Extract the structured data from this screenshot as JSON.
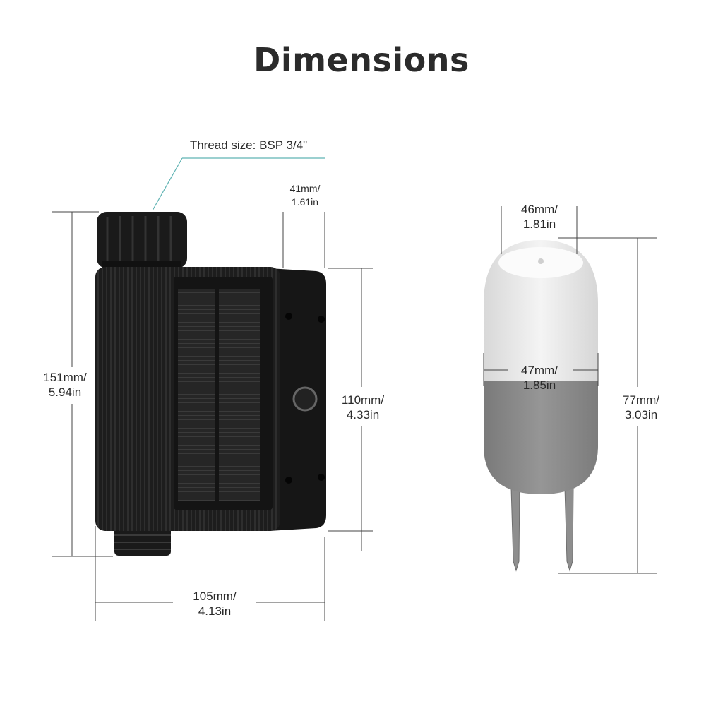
{
  "title": "Dimensions",
  "thread_label": "Thread size: BSP 3/4\"",
  "valve": {
    "height": {
      "line1": "151mm/",
      "line2": "5.94in"
    },
    "width": {
      "line1": "105mm/",
      "line2": "4.13in"
    },
    "depth": {
      "line1": "41mm/",
      "line2": "1.61in"
    },
    "body_height": {
      "line1": "110mm/",
      "line2": "4.33in"
    }
  },
  "sensor": {
    "top_width": {
      "line1": "46mm/",
      "line2": "1.81in"
    },
    "mid_width": {
      "line1": "47mm/",
      "line2": "1.85in"
    },
    "height": {
      "line1": "77mm/",
      "line2": "3.03in"
    }
  },
  "colors": {
    "device_body": "#1c1c1c",
    "solar_panel": "#2a2a2a",
    "sensor_top": "#eeeeee",
    "sensor_bottom": "#8c8c8c",
    "leader_line": "#5fb3b3"
  }
}
